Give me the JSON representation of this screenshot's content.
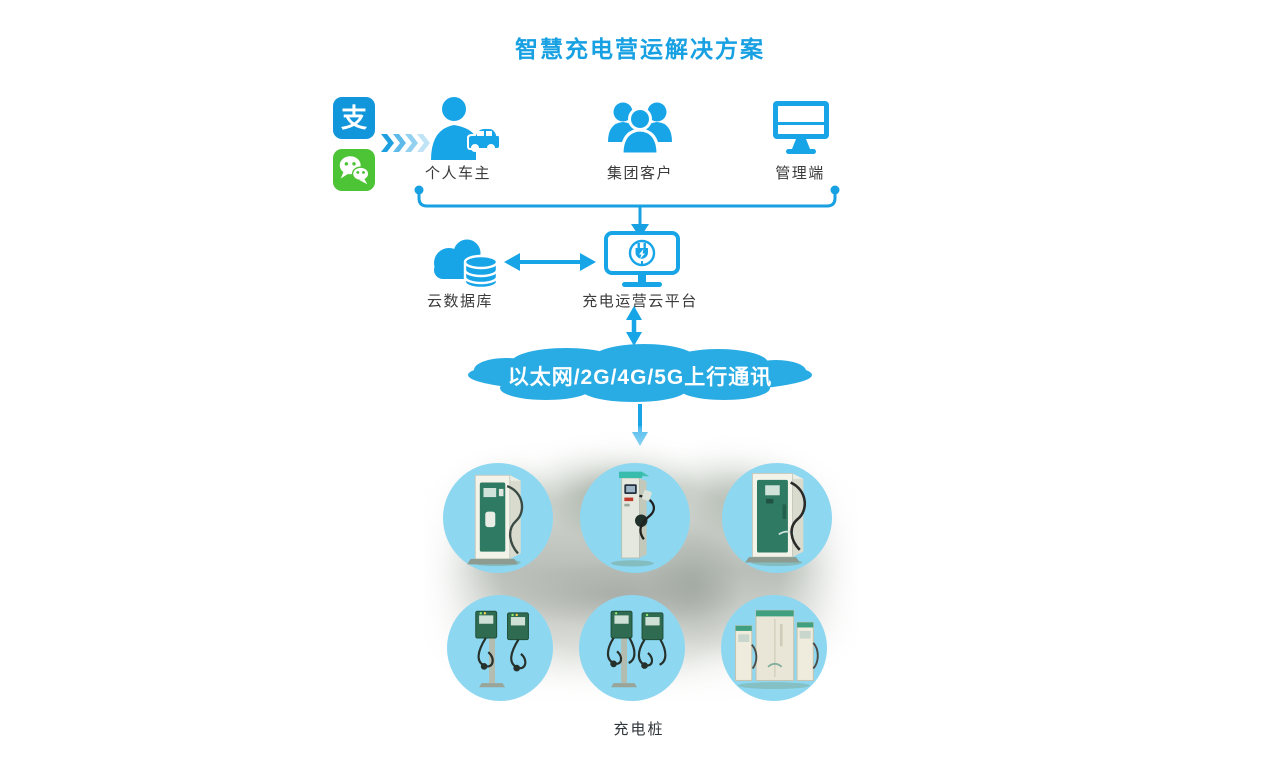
{
  "title": "智慧充电营运解决方案",
  "colors": {
    "primary_blue": "#17a0e2",
    "icon_blue": "#17a5e8",
    "alipay_blue": "#1296db",
    "wechat_green": "#4dc336",
    "banner_blue": "#29abe3",
    "circle_blue": "#8dd7f1",
    "label_dark": "#3b3b3b"
  },
  "payments": {
    "alipay_glyph": "支",
    "alipay_icon": "alipay-icon",
    "wechat_icon": "wechat-icon"
  },
  "entities": [
    {
      "label": "个人车主",
      "icon": "driver-with-car-icon"
    },
    {
      "label": "集团客户",
      "icon": "group-customers-icon"
    },
    {
      "label": "管理端",
      "icon": "management-monitor-icon"
    }
  ],
  "middle": {
    "cloud_db_label": "云数据库",
    "platform_label": "充电运营云平台",
    "cloud_db_icon": "cloud-database-icon",
    "platform_icon": "charging-cloud-platform-icon"
  },
  "network_banner": {
    "text": "以太网/2G/4G/5G上行通讯"
  },
  "charging_section": {
    "label": "充电桩",
    "station_icons": [
      "floor-standing-charger",
      "pole-mounted-charger",
      "dc-fast-charger-cabinet",
      "dual-wallbox-chargers",
      "dual-wallbox-chargers",
      "charging-cabinet-group"
    ]
  }
}
